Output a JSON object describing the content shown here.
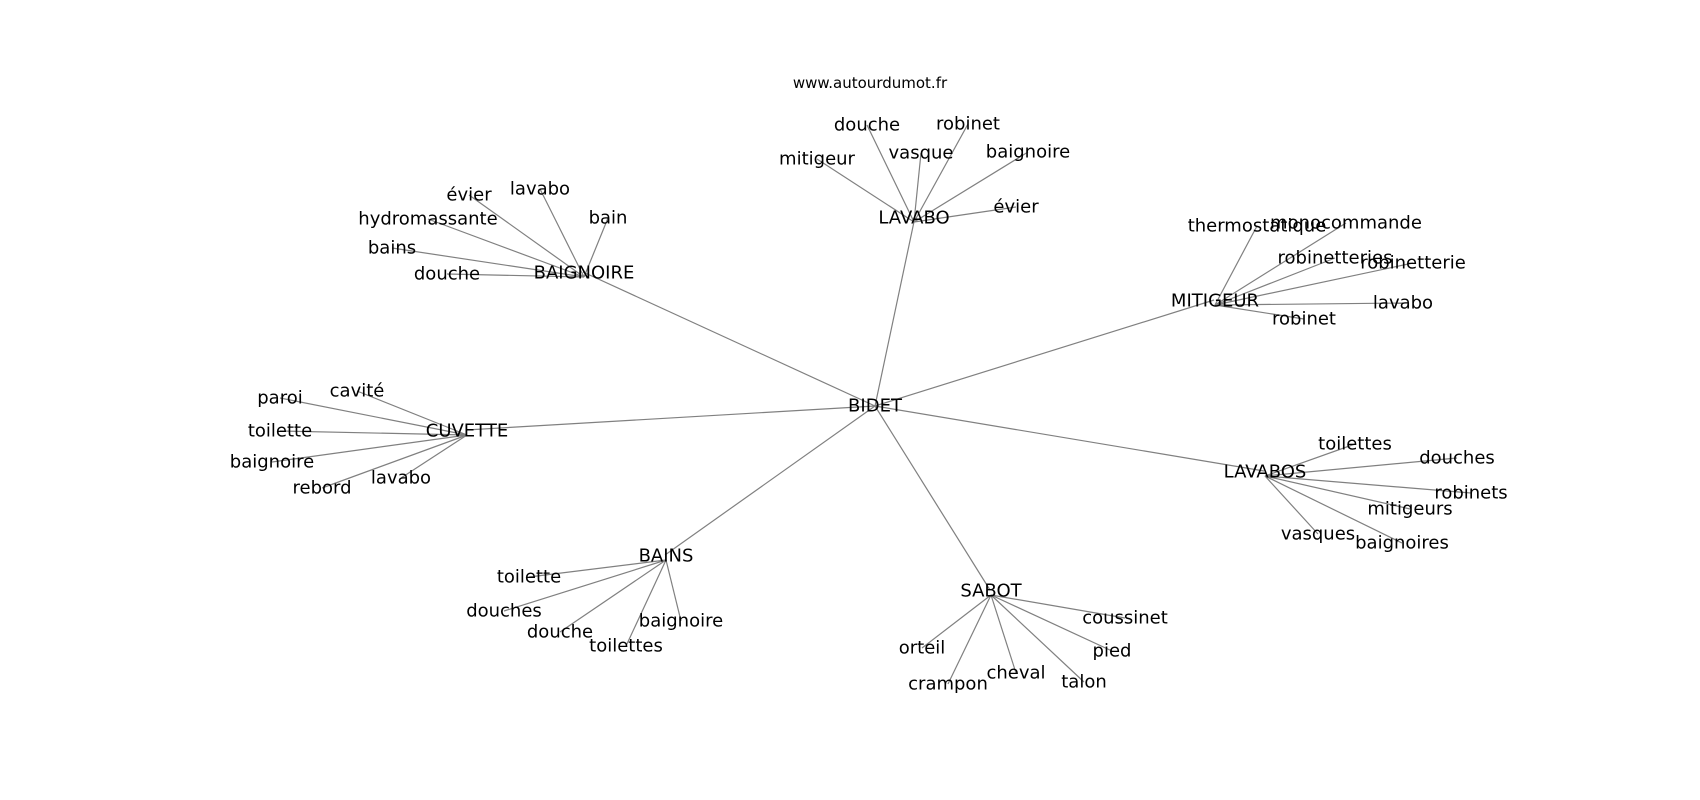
{
  "source": "www.autourdumot.fr",
  "graph": {
    "center": "BIDET",
    "hubs": [
      {
        "id": "lavabo_hub",
        "label": "LAVABO",
        "leaves": [
          "douche",
          "robinet",
          "vasque",
          "baignoire",
          "mitigeur",
          "évier"
        ]
      },
      {
        "id": "baignoire_hub",
        "label": "BAIGNOIRE",
        "leaves": [
          "lavabo",
          "évier",
          "bain",
          "hydromassante",
          "bains",
          "douche"
        ]
      },
      {
        "id": "mitigeur_hub",
        "label": "MITIGEUR",
        "leaves": [
          "thermostatique",
          "monocommande",
          "robinetteries",
          "robinetterie",
          "lavabo",
          "robinet"
        ]
      },
      {
        "id": "cuvette_hub",
        "label": "CUVETTE",
        "leaves": [
          "cavité",
          "paroi",
          "toilette",
          "baignoire",
          "lavabo",
          "rebord"
        ]
      },
      {
        "id": "lavabos_hub",
        "label": "LAVABOS",
        "leaves": [
          "toilettes",
          "douches",
          "robinets",
          "mitigeurs",
          "vasques",
          "baignoires"
        ]
      },
      {
        "id": "bains_hub",
        "label": "BAINS",
        "leaves": [
          "toilette",
          "douches",
          "douche",
          "baignoire",
          "toilettes"
        ]
      },
      {
        "id": "sabot_hub",
        "label": "SABOT",
        "leaves": [
          "coussinet",
          "orteil",
          "pied",
          "cheval",
          "talon",
          "crampon"
        ]
      }
    ]
  }
}
